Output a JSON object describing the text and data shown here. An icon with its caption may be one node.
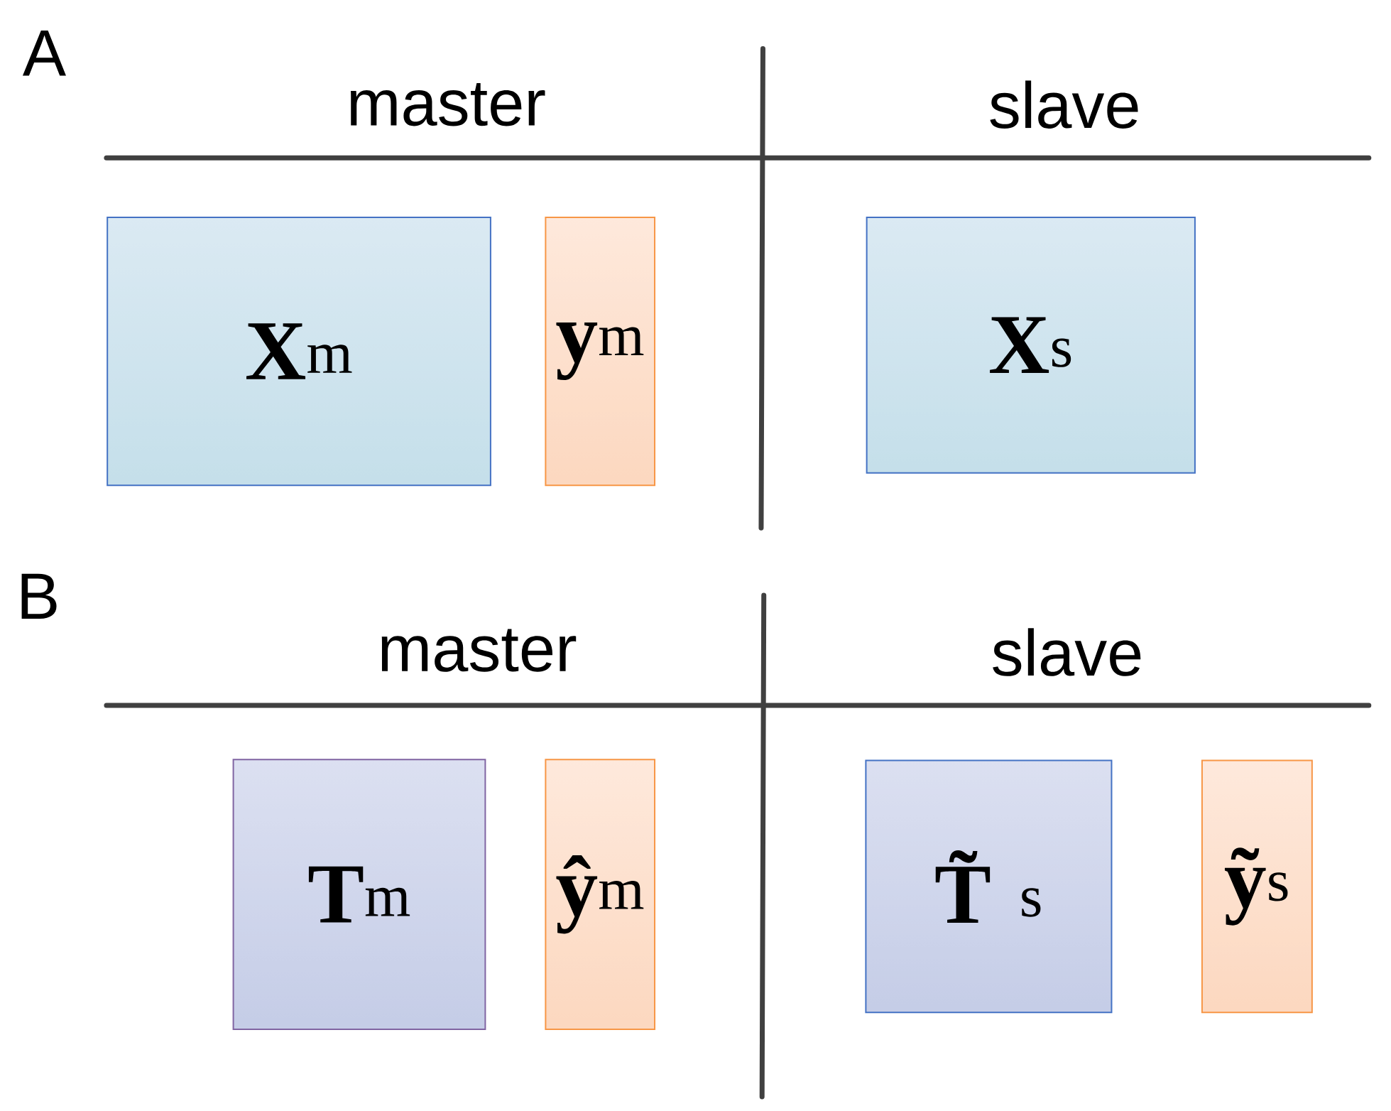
{
  "diagram": {
    "nodes": [
      {
        "text": [
          "**X**$^{m}$"
        ]
      },
      {
        "text": [
          "**y**$^{m}$"
        ]
      },
      {
        "text": [
          "**X**$^{s}$"
        ]
      },
      {
        "text": [
          "**T**$^{m}$"
        ]
      },
      {
        "text": [
          "**ŷ**$^{m}$"
        ]
      },
      {
        "text": [
          "**T̃**$^{s}$"
        ]
      },
      {
        "text": [
          "**ỹ**$^{s}$"
        ]
      }
    ],
    "labels": [
      "A",
      "master",
      "slave",
      "B",
      "master",
      "slave"
    ]
  }
}
